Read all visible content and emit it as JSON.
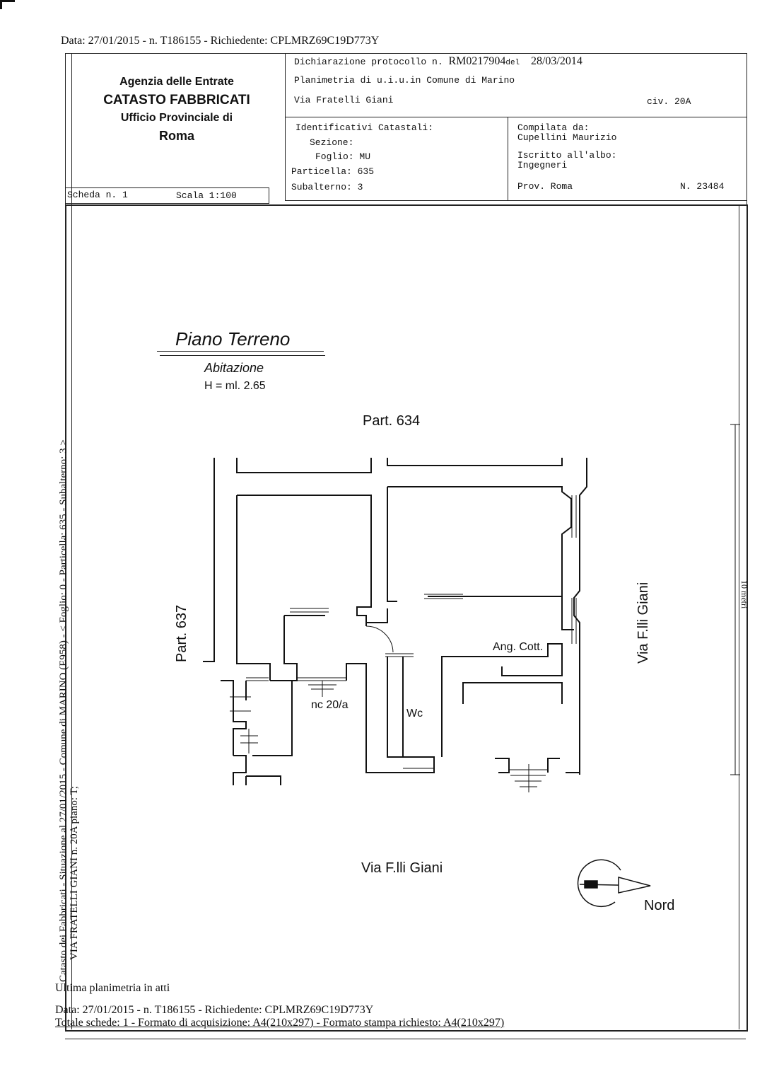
{
  "top_stamp": "Data: 27/01/2015 - n. T186155 - Richiedente: CPLMRZ69C19D773Y",
  "agency": {
    "line1": "Agenzia delle Entrate",
    "line2": "CATASTO FABBRICATI",
    "line3": "Ufficio Provinciale di",
    "line4": "Roma"
  },
  "scheda": {
    "label": "Scheda n. 1",
    "scale": "Scala 1:100"
  },
  "declaration": {
    "protocol_prefix": "Dichiarazione protocollo n.",
    "protocol_number": "RM0217904",
    "del": "del",
    "date": "28/03/2014",
    "planimetry": "Planimetria di u.i.u.in Comune di Marino",
    "street": "Via Fratelli Giani",
    "civic": "civ. 20A"
  },
  "identifiers": {
    "title": "Identificativi Catastali:",
    "sezione": "Sezione:",
    "foglio": "Foglio: MU",
    "particella": "Particella: 635",
    "subalterno": "Subalterno: 3"
  },
  "compiler": {
    "title": "Compilata da:",
    "name": "Cupellini Maurizio",
    "albo_label": "Iscritto all'albo:",
    "albo": "Ingegneri",
    "prov": "Prov. Roma",
    "number": "N. 23484"
  },
  "plan": {
    "title": "Piano Terreno",
    "subtitle": "Abitazione",
    "height": "H = ml. 2.65",
    "part_north": "Part. 634",
    "part_west": "Part. 637",
    "street_east": "Via F.lli Giani",
    "street_south": "Via F.lli Giani",
    "kitchen": "Ang. Cott.",
    "entrance": "nc 20/a",
    "wc": "Wc",
    "north": "Nord",
    "scale_bar": "10 metri"
  },
  "side_text": {
    "line1": "Catasto dei Fabbricati - Situazione al 27/01/2015 - Comune di MARINO (E958) - < Foglio: 0 - Particella: 635 - Subalterno: 3 >",
    "line2": "VIA FRATELLI GIANI n. 20A piano: T;"
  },
  "footer": {
    "last": "Ultima planimetria in atti",
    "data": "Data: 27/01/2015 - n. T186155 - Richiedente: CPLMRZ69C19D773Y",
    "totale": "Totale schede: 1 - Formato di acquisizione: A4(210x297) - Formato stampa richiesto: A4(210x297)"
  }
}
